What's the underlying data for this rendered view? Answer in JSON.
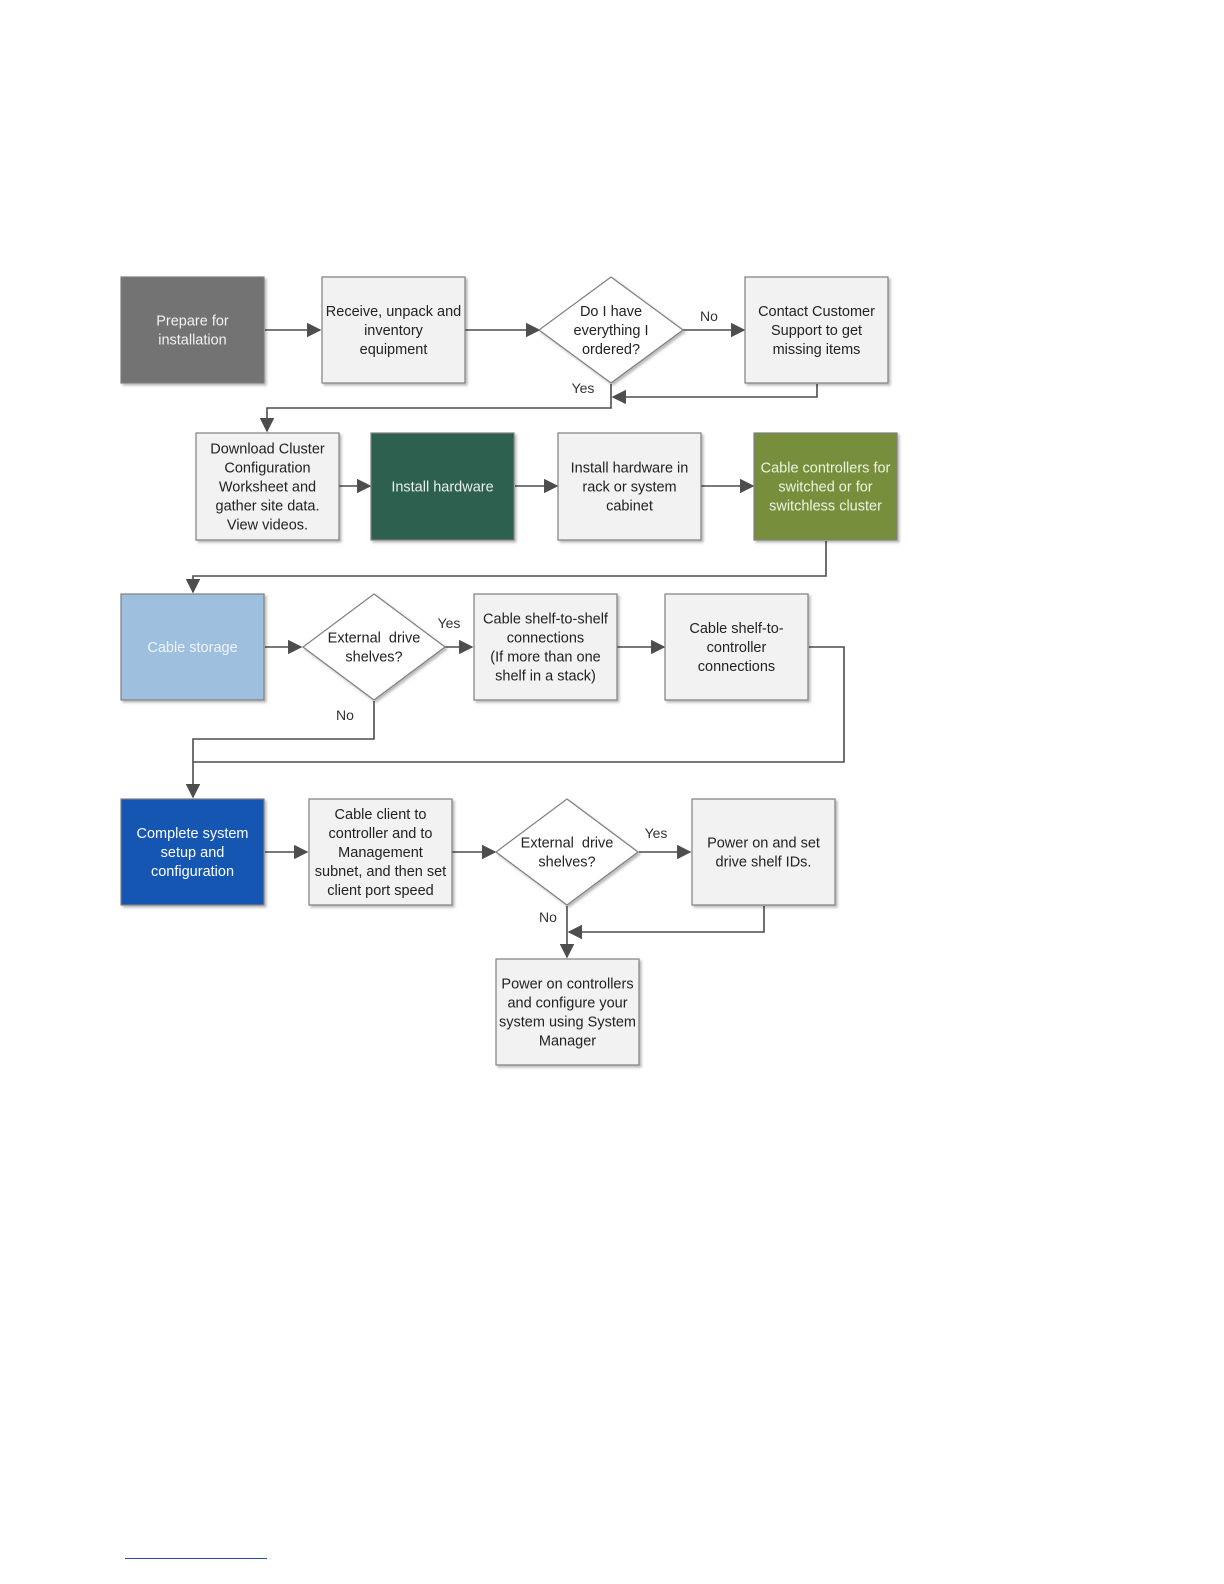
{
  "flowchart": {
    "nodes": [
      {
        "id": "prepare",
        "shape": "rect",
        "fill": "#737373",
        "text_color": "#f2f2f2",
        "lines": [
          "Prepare for",
          "installation"
        ]
      },
      {
        "id": "receive",
        "shape": "rect",
        "fill": "#f2f2f2",
        "text_color": "#222222",
        "lines": [
          "Receive, unpack and",
          "inventory",
          "equipment"
        ]
      },
      {
        "id": "q-everything",
        "shape": "diamond",
        "lines": [
          "Do I have",
          "everything I",
          "ordered?"
        ]
      },
      {
        "id": "contact-support",
        "shape": "rect",
        "fill": "#f2f2f2",
        "text_color": "#222222",
        "lines": [
          "Contact Customer",
          "Support to get",
          "missing items"
        ]
      },
      {
        "id": "download-worksheet",
        "shape": "rect",
        "fill": "#f2f2f2",
        "text_color": "#222222",
        "lines": [
          "Download Cluster",
          "Configuration",
          "Worksheet and",
          "gather site data.",
          "View videos."
        ]
      },
      {
        "id": "install-hardware",
        "shape": "rect",
        "fill": "#2f6150",
        "text_color": "#e8f0ec",
        "lines": [
          "Install hardware"
        ]
      },
      {
        "id": "install-rack",
        "shape": "rect",
        "fill": "#f2f2f2",
        "text_color": "#222222",
        "lines": [
          "Install hardware in",
          "rack or system",
          "cabinet"
        ]
      },
      {
        "id": "cable-controllers",
        "shape": "rect",
        "fill": "#778f3e",
        "text_color": "#eef3df",
        "lines": [
          "Cable controllers for",
          "switched or for",
          "switchless cluster"
        ]
      },
      {
        "id": "cable-storage",
        "shape": "rect",
        "fill": "#9fbfdf",
        "text_color": "#eef4fb",
        "lines": [
          "Cable storage"
        ]
      },
      {
        "id": "q-shelves-1",
        "shape": "diamond",
        "lines": [
          "External  drive",
          "shelves?"
        ]
      },
      {
        "id": "shelf-to-shelf",
        "shape": "rect",
        "fill": "#f2f2f2",
        "text_color": "#222222",
        "lines": [
          "Cable shelf-to-shelf",
          "connections",
          "(If more than one",
          "shelf in a stack)"
        ]
      },
      {
        "id": "shelf-to-controller",
        "shape": "rect",
        "fill": "#f2f2f2",
        "text_color": "#222222",
        "lines": [
          "Cable shelf-to-",
          "controller",
          "connections"
        ]
      },
      {
        "id": "complete-setup",
        "shape": "rect",
        "fill": "#1356b3",
        "text_color": "#ffffff",
        "lines": [
          "Complete system",
          "setup and",
          "configuration"
        ]
      },
      {
        "id": "cable-client",
        "shape": "rect",
        "fill": "#f2f2f2",
        "text_color": "#222222",
        "lines": [
          "Cable client to",
          "controller and to",
          "Management",
          "subnet, and then set",
          "client port speed"
        ]
      },
      {
        "id": "q-shelves-2",
        "shape": "diamond",
        "lines": [
          "External  drive",
          "shelves?"
        ]
      },
      {
        "id": "power-shelf-ids",
        "shape": "rect",
        "fill": "#f2f2f2",
        "text_color": "#222222",
        "lines": [
          "Power on and set",
          "drive shelf IDs."
        ]
      },
      {
        "id": "power-controllers",
        "shape": "rect",
        "fill": "#f2f2f2",
        "text_color": "#222222",
        "lines": [
          "Power on controllers",
          "and configure your",
          "system using System",
          "Manager"
        ]
      }
    ],
    "edge_labels": {
      "q1_no": "No",
      "q1_yes": "Yes",
      "q2_yes": "Yes",
      "q2_no": "No",
      "q3_yes": "Yes",
      "q3_no": "No"
    },
    "colors": {
      "connector": "#4d4d4d",
      "box_border": "#7f7f7f",
      "footer_link": "#1f4ea3"
    }
  }
}
